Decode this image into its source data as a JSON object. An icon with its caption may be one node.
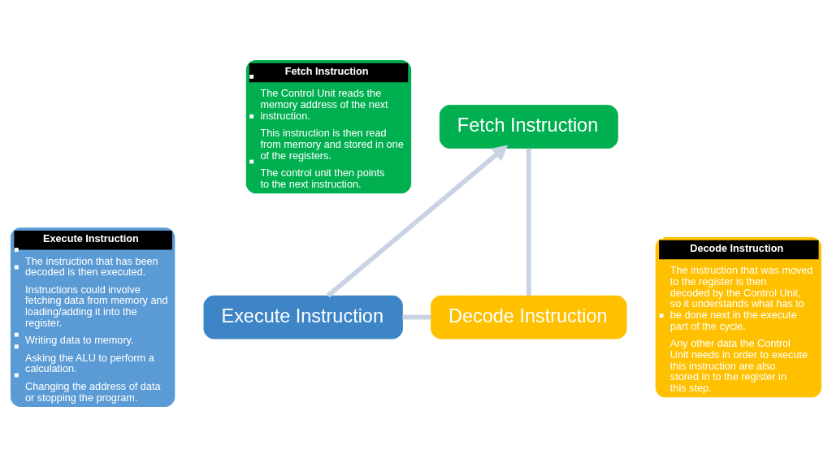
{
  "diagram": {
    "nodes": [
      {
        "text": [
          "Fetch Instruction"
        ]
      },
      {
        "text": [
          "Decode Instruction"
        ]
      },
      {
        "text": [
          "Execute Instruction"
        ]
      },
      {
        "text": [
          "Fetch Instruction",
          "The Control Unit reads the memory address of the next instruction.",
          "This instruction is then read from memory and stored in one of the registers.",
          "The control unit then points to the next instruction."
        ]
      },
      {
        "text": [
          "Execute Instruction",
          "The instruction that has been decoded is then executed.",
          "Instructions could involve fetching data from memory and loading/adding it into the register.",
          "Writing data to memory.",
          "Asking the ALU to perform a calculation.",
          "Changing the address of data  or stopping the program."
        ]
      },
      {
        "text": [
          "Decode Instruction",
          "The instruction that was moved to the register is then decoded by the Control Unit, so it understands what has to be done next in the execute part of the cycle.",
          "Any other data the Control Unit needs in order to execute this instruction are also stored in to the register in this step."
        ]
      }
    ],
    "edges": [
      {
        "from": 0,
        "to": 1,
        "arrow": "none"
      },
      {
        "from": 1,
        "to": 2,
        "arrow": "none"
      },
      {
        "from": 2,
        "to": 0,
        "arrow": "to"
      }
    ]
  }
}
